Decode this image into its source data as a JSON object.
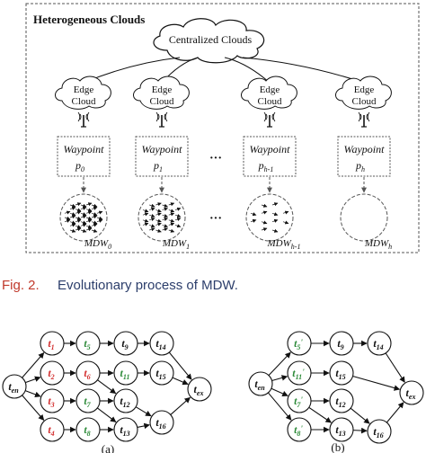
{
  "top_figure": {
    "title": "Heterogeneous Clouds",
    "central_cloud": "Centralized Clouds",
    "edge_clouds": [
      {
        "line1": "Edge",
        "line2": "Cloud"
      },
      {
        "line1": "Edge",
        "line2": "Cloud"
      },
      {
        "line1": "Edge",
        "line2": "Cloud"
      },
      {
        "line1": "Edge",
        "line2": "Cloud"
      }
    ],
    "waypoints": [
      {
        "label": "Waypoint",
        "sym": "p",
        "sub": "0"
      },
      {
        "label": "Waypoint",
        "sym": "p",
        "sub": "1"
      },
      {
        "label": "Waypoint",
        "sym": "p",
        "sub": "h-1"
      },
      {
        "label": "Waypoint",
        "sym": "p",
        "sub": "h"
      }
    ],
    "ellipsis": "···",
    "mdw_labels": [
      {
        "base": "MDW",
        "sub": "0"
      },
      {
        "base": "MDW",
        "sub": "1"
      },
      {
        "base": "MDW",
        "sub": "h-1"
      },
      {
        "base": "MDW",
        "sub": "h"
      }
    ]
  },
  "caption": {
    "prefix": "Fig. 2.",
    "text": "Evolutionary process of MDW."
  },
  "graphs": {
    "colors": {
      "red": "#d32f2f",
      "green": "#2e8b3a",
      "black": "#111111"
    },
    "a": {
      "label": "(a)",
      "nodes": [
        {
          "id": "ten",
          "sym": "t",
          "sub": "en",
          "prime": "",
          "color": "black"
        },
        {
          "id": "t1",
          "sym": "t",
          "sub": "1",
          "prime": "",
          "color": "red"
        },
        {
          "id": "t2",
          "sym": "t",
          "sub": "2",
          "prime": "",
          "color": "red"
        },
        {
          "id": "t3",
          "sym": "t",
          "sub": "3",
          "prime": "",
          "color": "red"
        },
        {
          "id": "t4",
          "sym": "t",
          "sub": "4",
          "prime": "",
          "color": "red"
        },
        {
          "id": "t5",
          "sym": "t",
          "sub": "5",
          "prime": "",
          "color": "green"
        },
        {
          "id": "t6",
          "sym": "t",
          "sub": "6",
          "prime": "",
          "color": "red"
        },
        {
          "id": "t7",
          "sym": "t",
          "sub": "7",
          "prime": "",
          "color": "green"
        },
        {
          "id": "t8",
          "sym": "t",
          "sub": "8",
          "prime": "",
          "color": "green"
        },
        {
          "id": "t9",
          "sym": "t",
          "sub": "9",
          "prime": "",
          "color": "black"
        },
        {
          "id": "t11",
          "sym": "t",
          "sub": "11",
          "prime": "",
          "color": "green"
        },
        {
          "id": "t12",
          "sym": "t",
          "sub": "12",
          "prime": "",
          "color": "black"
        },
        {
          "id": "t13",
          "sym": "t",
          "sub": "13",
          "prime": "",
          "color": "black"
        },
        {
          "id": "t14",
          "sym": "t",
          "sub": "14",
          "prime": "",
          "color": "black"
        },
        {
          "id": "t15",
          "sym": "t",
          "sub": "15",
          "prime": "",
          "color": "black"
        },
        {
          "id": "t16",
          "sym": "t",
          "sub": "16",
          "prime": "",
          "color": "black"
        },
        {
          "id": "tex",
          "sym": "t",
          "sub": "ex",
          "prime": "",
          "color": "black"
        }
      ],
      "edges": [
        [
          "ten",
          "t1"
        ],
        [
          "ten",
          "t2"
        ],
        [
          "ten",
          "t3"
        ],
        [
          "ten",
          "t4"
        ],
        [
          "t1",
          "t5"
        ],
        [
          "t2",
          "t6"
        ],
        [
          "t3",
          "t7"
        ],
        [
          "t4",
          "t8"
        ],
        [
          "t5",
          "t9"
        ],
        [
          "t6",
          "t11"
        ],
        [
          "t6",
          "t12"
        ],
        [
          "t7",
          "t12"
        ],
        [
          "t7",
          "t13"
        ],
        [
          "t8",
          "t13"
        ],
        [
          "t9",
          "t14"
        ],
        [
          "t11",
          "t15"
        ],
        [
          "t12",
          "t16"
        ],
        [
          "t13",
          "t16"
        ],
        [
          "t14",
          "tex"
        ],
        [
          "t15",
          "tex"
        ],
        [
          "t16",
          "tex"
        ]
      ]
    },
    "b": {
      "label": "(b)",
      "nodes": [
        {
          "id": "ten",
          "sym": "t",
          "sub": "en",
          "prime": "",
          "color": "black"
        },
        {
          "id": "t5",
          "sym": "t",
          "sub": "5",
          "prime": "'",
          "color": "green"
        },
        {
          "id": "t11",
          "sym": "t",
          "sub": "11",
          "prime": "'",
          "color": "green"
        },
        {
          "id": "t7",
          "sym": "t",
          "sub": "7",
          "prime": "'",
          "color": "green"
        },
        {
          "id": "t8",
          "sym": "t",
          "sub": "8",
          "prime": "'",
          "color": "green"
        },
        {
          "id": "t9",
          "sym": "t",
          "sub": "9",
          "prime": "",
          "color": "black"
        },
        {
          "id": "t15",
          "sym": "t",
          "sub": "15",
          "prime": "",
          "color": "black"
        },
        {
          "id": "t12",
          "sym": "t",
          "sub": "12",
          "prime": "",
          "color": "black"
        },
        {
          "id": "t13",
          "sym": "t",
          "sub": "13",
          "prime": "",
          "color": "black"
        },
        {
          "id": "t14",
          "sym": "t",
          "sub": "14",
          "prime": "",
          "color": "black"
        },
        {
          "id": "t16",
          "sym": "t",
          "sub": "16",
          "prime": "",
          "color": "black"
        },
        {
          "id": "tex",
          "sym": "t",
          "sub": "ex",
          "prime": "",
          "color": "black"
        }
      ],
      "edges": [
        [
          "ten",
          "t5"
        ],
        [
          "ten",
          "t11"
        ],
        [
          "ten",
          "t7"
        ],
        [
          "ten",
          "t8"
        ],
        [
          "t5",
          "t9"
        ],
        [
          "t11",
          "t15"
        ],
        [
          "t7",
          "t12"
        ],
        [
          "t7",
          "t13"
        ],
        [
          "t8",
          "t13"
        ],
        [
          "t9",
          "t14"
        ],
        [
          "t15",
          "tex"
        ],
        [
          "t12",
          "t16"
        ],
        [
          "t13",
          "t16"
        ],
        [
          "t14",
          "tex"
        ],
        [
          "t16",
          "tex"
        ]
      ]
    }
  }
}
